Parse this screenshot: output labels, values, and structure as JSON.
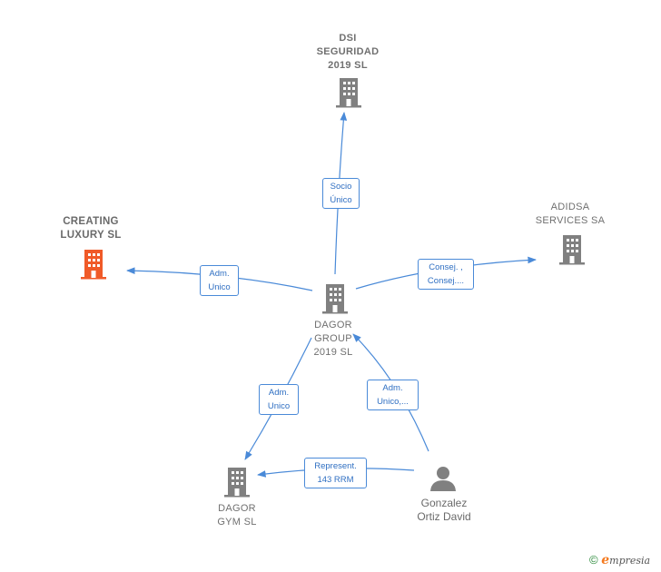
{
  "nodes": {
    "dsi": {
      "label": "DSI\nSEGURIDAD\n2019  SL",
      "color": "#808080"
    },
    "creating": {
      "label": "CREATING\nLUXURY  SL",
      "color": "#f05a28"
    },
    "adidsa": {
      "label": "ADIDSA\nSERVICES SA",
      "color": "#808080"
    },
    "dagor_group": {
      "label": "DAGOR\nGROUP\n2019  SL",
      "color": "#808080"
    },
    "dagor_gym": {
      "label": "DAGOR\nGYM  SL",
      "color": "#808080"
    },
    "gonzalez": {
      "label": "Gonzalez\nOrtiz David",
      "color": "#808080"
    }
  },
  "edges": {
    "socio": "Socio\nÚnico",
    "adm_creating": "Adm.\nUnico",
    "consej": "Consej. ,\nConsej....",
    "adm_gym": "Adm.\nUnico",
    "adm_unico_multi": "Adm.\nUnico,...",
    "represent": "Represent.\n143 RRM"
  },
  "footer": {
    "copyright": "©",
    "brand_initial": "e",
    "brand_rest": "mpresia"
  },
  "colors": {
    "edge": "#4a8ad8",
    "label_text": "#707070",
    "highlight": "#f05a28"
  }
}
